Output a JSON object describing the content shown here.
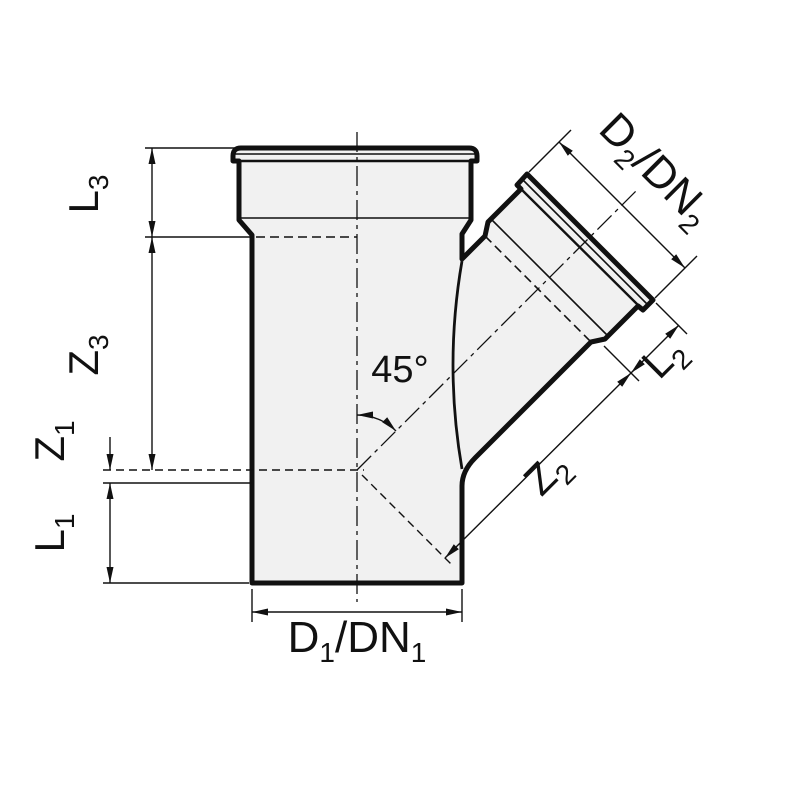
{
  "labels": {
    "L3": {
      "base": "L",
      "sub": "3"
    },
    "Z3": {
      "base": "Z",
      "sub": "3"
    },
    "Z1": {
      "base": "Z",
      "sub": "1"
    },
    "L1": {
      "base": "L",
      "sub": "1"
    },
    "L2": {
      "base": "L",
      "sub": "2"
    },
    "Z2": {
      "base": "Z",
      "sub": "2"
    },
    "D1DN1": {
      "p1": "D",
      "s1": "1",
      "p2": "/DN",
      "s2": "1"
    },
    "D2DN2": {
      "p1": "D",
      "s1": "2",
      "p2": "/DN",
      "s2": "2"
    },
    "angle": "45°"
  },
  "colors": {
    "body_fill": "#f1f1f1",
    "line": "#111111",
    "background": "#ffffff"
  }
}
